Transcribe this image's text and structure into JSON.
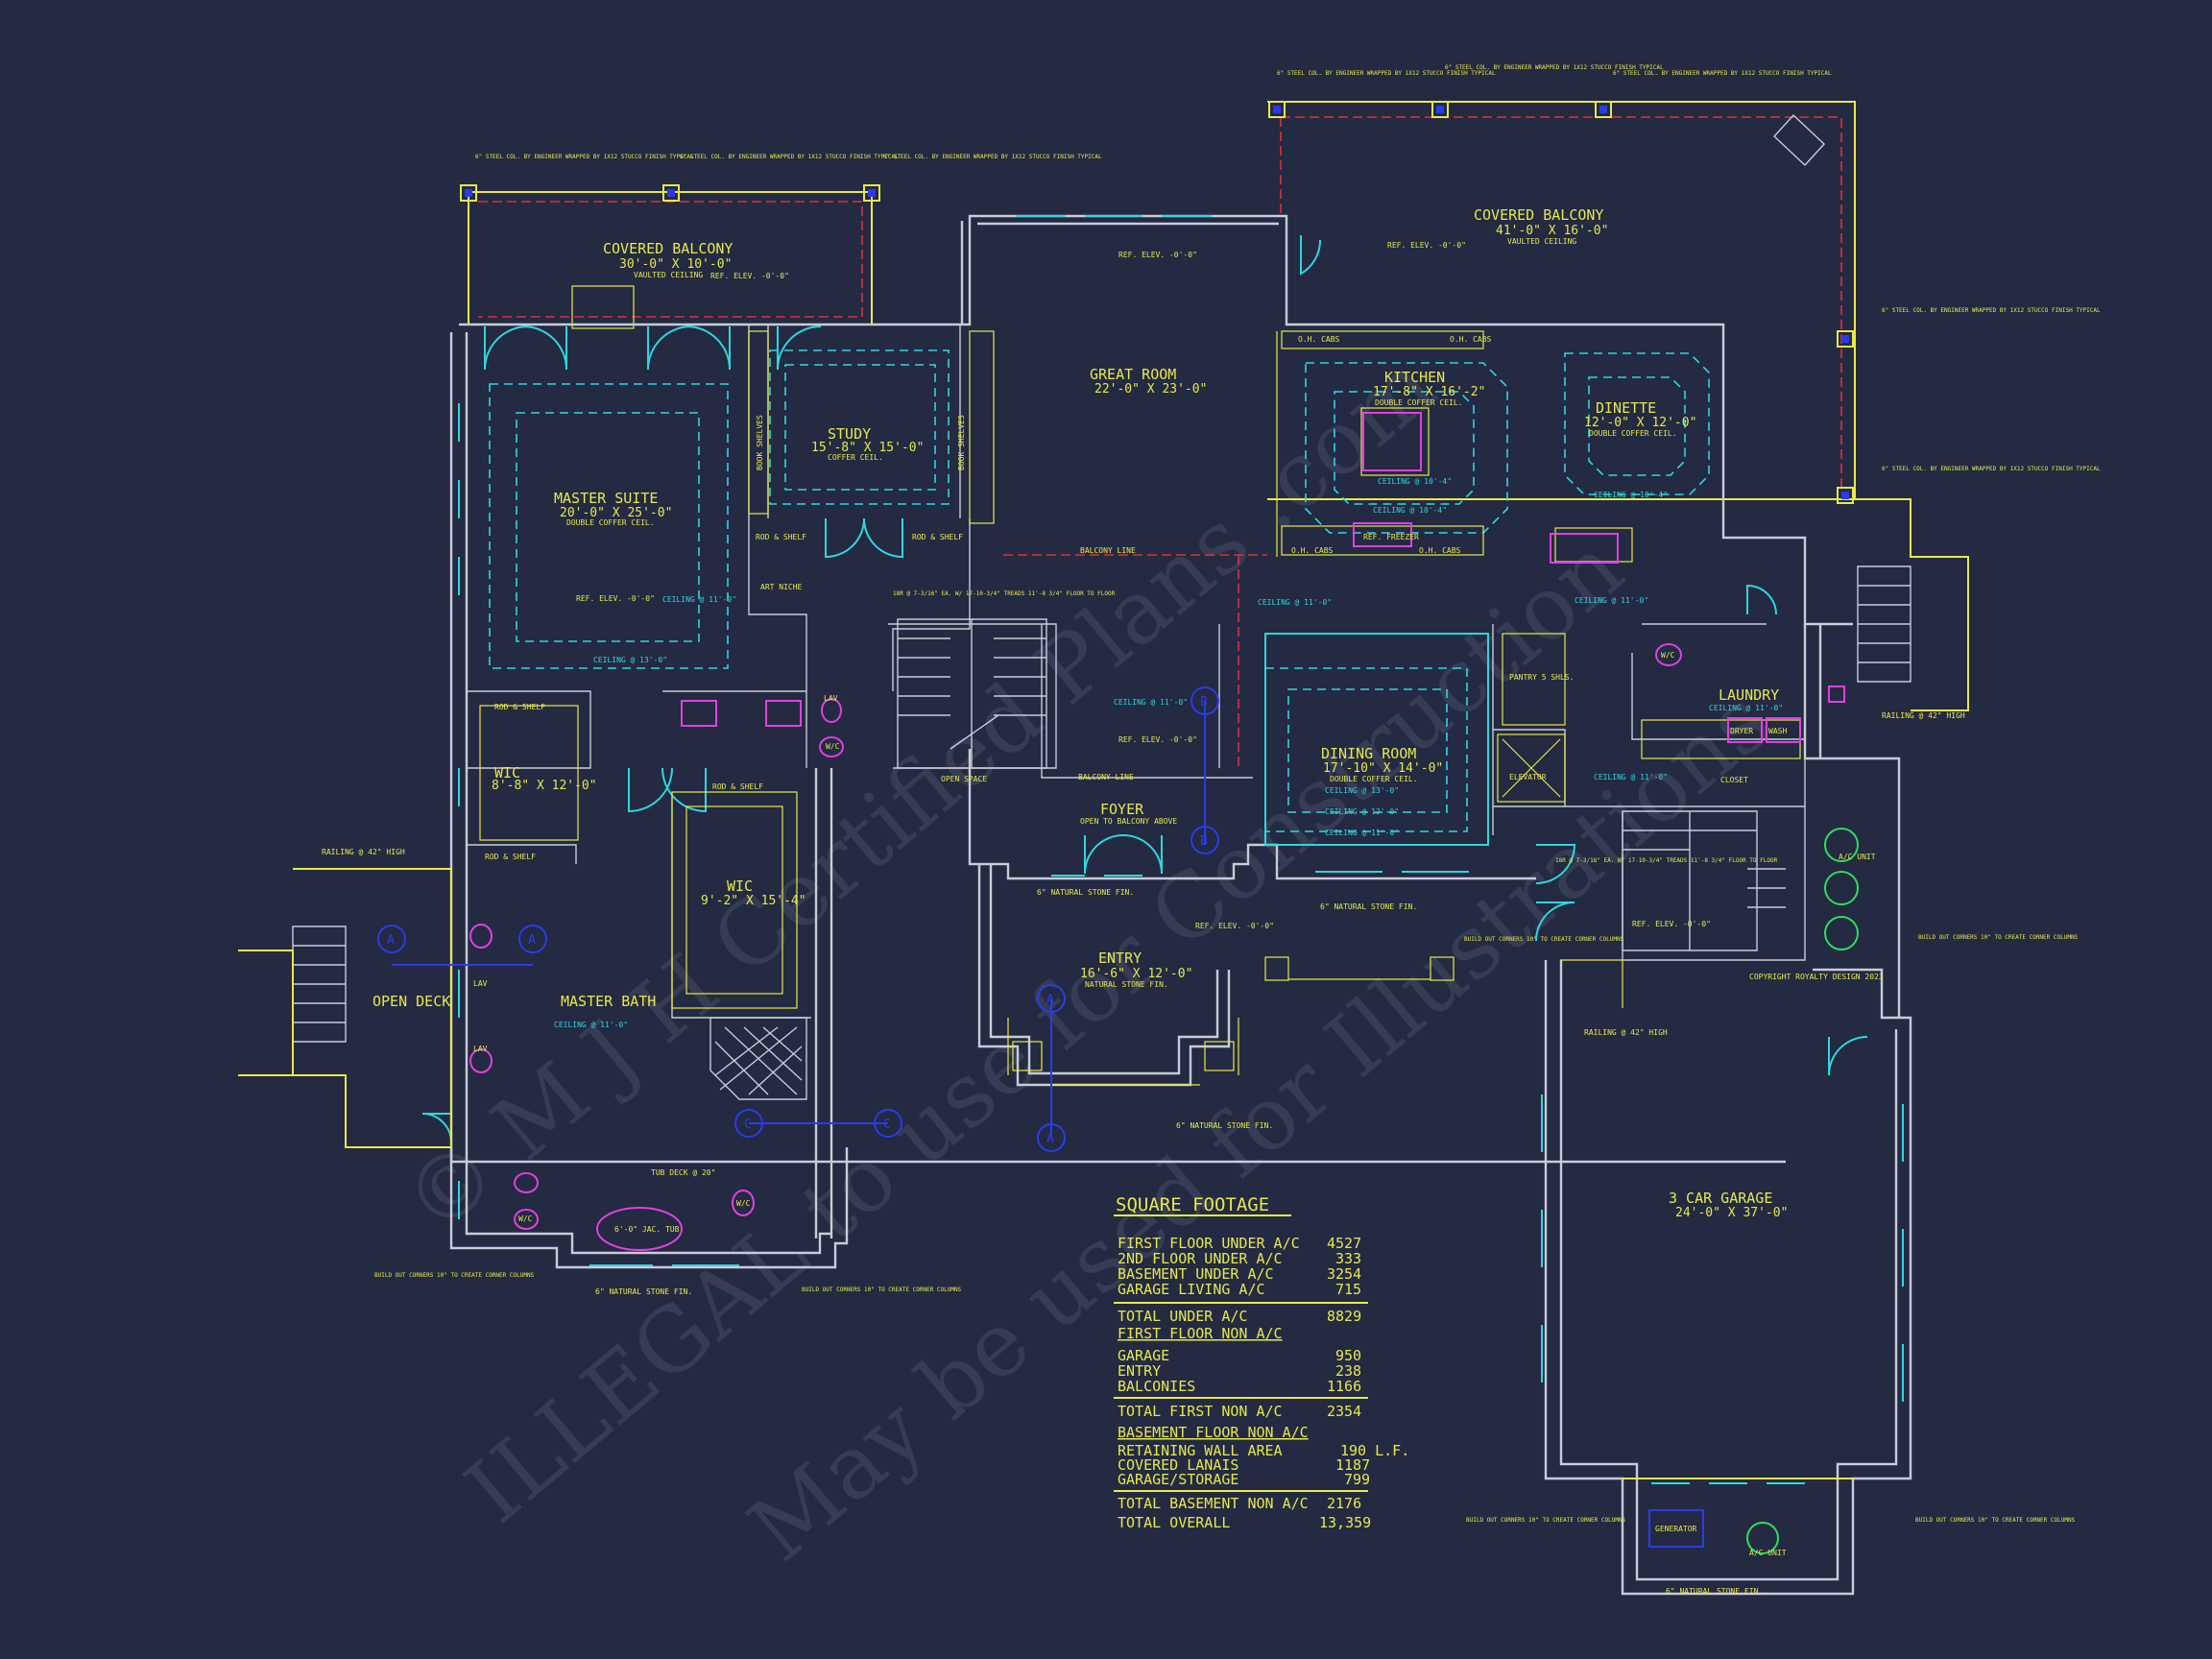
{
  "watermark": {
    "line1": "© M J H Certified Plans .com",
    "line2": "ILLEGAL to use for Construction",
    "line3": "May be used for Illustrations"
  },
  "rooms": [
    {
      "name": "COVERED BALCONY",
      "dims": "30'-0\" X 10'-0\"",
      "note": "VAULTED CEILING"
    },
    {
      "name": "COVERED BALCONY",
      "dims": "41'-0\" X 16'-0\"",
      "note": "VAULTED CEILING"
    },
    {
      "name": "GREAT ROOM",
      "dims": "22'-0\" X 23'-0\"",
      "note": ""
    },
    {
      "name": "KITCHEN",
      "dims": "17'-8\" X 16'-2\"",
      "note": "DOUBLE COFFER CEIL."
    },
    {
      "name": "DINETTE",
      "dims": "12'-0\" X 12'-0\"",
      "note": "DOUBLE COFFER CEIL."
    },
    {
      "name": "STUDY",
      "dims": "15'-8\" X 15'-0\"",
      "note": "COFFER CEIL."
    },
    {
      "name": "MASTER SUITE",
      "dims": "20'-0\" X 25'-0\"",
      "note": "DOUBLE COFFER CEIL."
    },
    {
      "name": "WIC",
      "dims": "8'-8\" X 12'-0\"",
      "note": ""
    },
    {
      "name": "WIC",
      "dims": "9'-2\" X 15'-4\"",
      "note": ""
    },
    {
      "name": "MASTER BATH",
      "dims": "CEILING @ 11'-0\"",
      "note": ""
    },
    {
      "name": "OPEN DECK",
      "dims": "",
      "note": ""
    },
    {
      "name": "DINING ROOM",
      "dims": "17'-10\" X 14'-0\"",
      "note": "DOUBLE COFFER CEIL."
    },
    {
      "name": "FOYER",
      "dims": "OPEN TO BALCONY ABOVE",
      "note": ""
    },
    {
      "name": "ENTRY",
      "dims": "16'-6\" X 12'-0\"",
      "note": "NATURAL STONE FIN."
    },
    {
      "name": "LAUNDRY",
      "dims": "CEILING @ 11'-0\"",
      "note": ""
    },
    {
      "name": "3 CAR GARAGE",
      "dims": "24'-0\" X 37'-0\"",
      "note": ""
    }
  ],
  "labels": {
    "art_niche": "ART NICHE",
    "balcony_line": "BALCONY LINE",
    "open_space": "OPEN SPACE",
    "elevator": "ELEVATOR",
    "closet": "CLOSET",
    "pantry": "PANTRY 5 SHLS.",
    "generator": "GENERATOR",
    "ref_elev": "REF. ELEV. -0'-0\"",
    "natural_stone": "6\" NATURAL STONE FIN.",
    "book_shelves": "BOOK SHELVES",
    "rod_shelf": "ROD & SHELF",
    "oh_cabs": "O.H. CABS",
    "ref_freezer": "REF. FREEZER",
    "ceiling_11": "CEILING @ 11'-0\"",
    "ceiling_13": "CEILING @ 13'-0\"",
    "ceiling_12": "CEILING @ 12'-0\"",
    "ceiling_10_4": "CEILING @ 10'-4\"",
    "ac_unit": "A/C UNIT",
    "build_out": "BUILD OUT CORNERS 10\" TO CREATE CORNER COLUMNS",
    "steel_col": "6\" STEEL COL. BY ENGINEER WRAPPED BY 1X12 STUCCO FINISH TYPICAL",
    "railing": "RAILING @ 42\" HIGH",
    "stairs_note": "18R @ 7-3/16\" EA. W/ 17-10-3/4\" TREADS 11'-8 3/4\" FLOOR TO FLOOR",
    "lav": "LAV",
    "wc": "W/C",
    "jac_tub": "6'-0\" JAC. TUB",
    "laundry_dryer": "DRYER",
    "laundry_wash": "WASH",
    "tub_deck": "TUB DECK @ 20\"",
    "copyright": "COPYRIGHT ROYALTY DESIGN 2023"
  },
  "square_footage": {
    "title": "SQUARE FOOTAGE",
    "group1": [
      {
        "label": "FIRST FLOOR UNDER A/C",
        "value": "4527"
      },
      {
        "label": "2ND FLOOR UNDER A/C",
        "value": "333"
      },
      {
        "label": "BASEMENT UNDER A/C",
        "value": "3254"
      },
      {
        "label": "GARAGE LIVING A/C",
        "value": "715"
      }
    ],
    "total_under": {
      "label": "TOTAL UNDER A/C",
      "value": "8829"
    },
    "first_non_heading": "FIRST FLOOR NON A/C",
    "group2": [
      {
        "label": "GARAGE",
        "value": "950"
      },
      {
        "label": "ENTRY",
        "value": "238"
      },
      {
        "label": "BALCONIES",
        "value": "1166"
      }
    ],
    "total_first_non": {
      "label": "TOTAL FIRST NON A/C",
      "value": "2354"
    },
    "basement_non_heading": "BASEMENT FLOOR NON A/C",
    "group3": [
      {
        "label": "RETAINING WALL AREA",
        "value": "190 L.F."
      },
      {
        "label": "COVERED LANAIS",
        "value": "1187"
      },
      {
        "label": "GARAGE/STORAGE",
        "value": "799"
      }
    ],
    "total_basement_non": {
      "label": "TOTAL BASEMENT NON A/C",
      "value": "2176"
    },
    "total_overall": {
      "label": "TOTAL OVERALL",
      "value": "13,359"
    }
  }
}
